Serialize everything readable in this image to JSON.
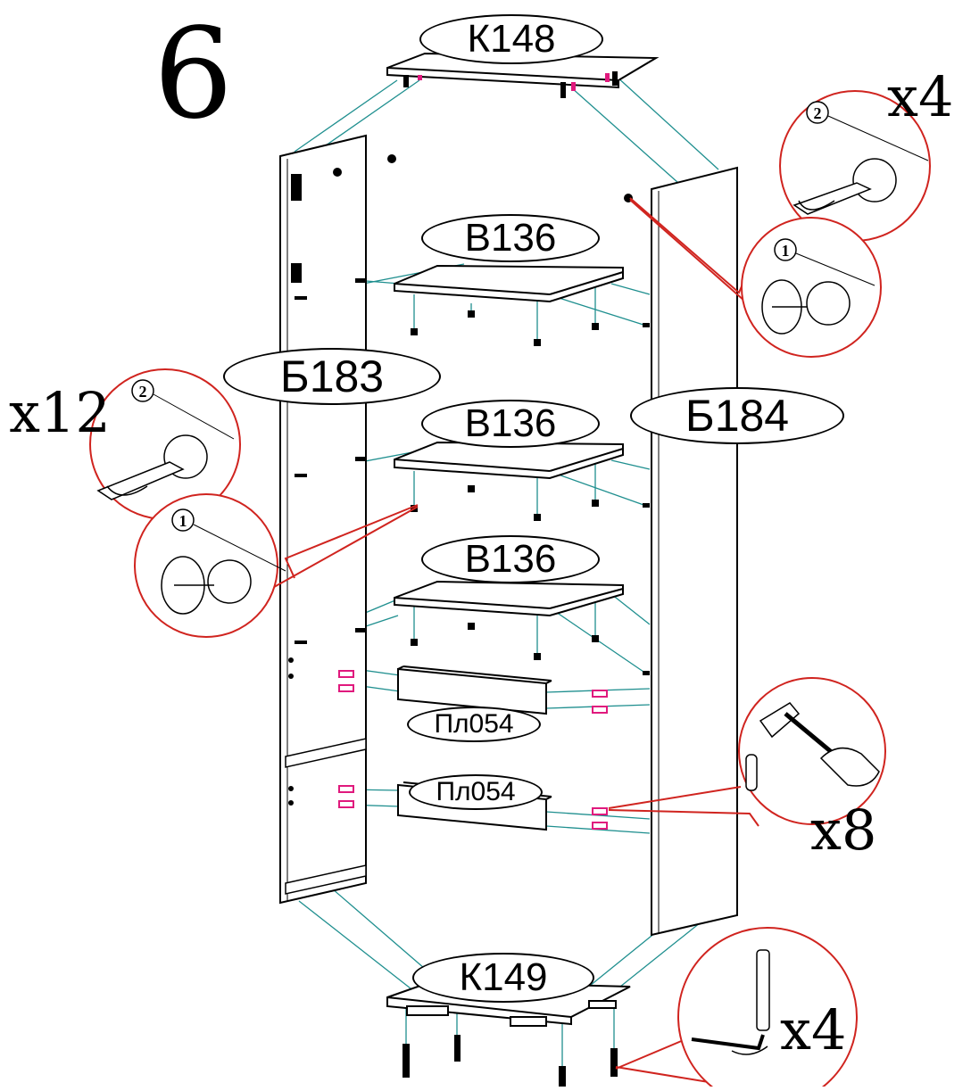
{
  "step_number": "6",
  "part_labels": {
    "top": "К148",
    "left_side": "Б183",
    "right_side": "Б184",
    "shelf_1": "В136",
    "shelf_2": "В136",
    "shelf_3": "В136",
    "plinth_1": "Пл054",
    "plinth_2": "Пл054",
    "bottom": "К149"
  },
  "counts": {
    "cam_top": "x4",
    "cam_shelves": "x12",
    "dowels": "x8",
    "screws_bottom": "x4"
  },
  "callout_steps": {
    "top_second": "2",
    "top_first": "1",
    "left_second": "2",
    "left_first": "1"
  },
  "colors": {
    "lines": "#000000",
    "guides": "#1f8f8f",
    "callouts": "#d0241f",
    "dowels": "#e0197d"
  }
}
